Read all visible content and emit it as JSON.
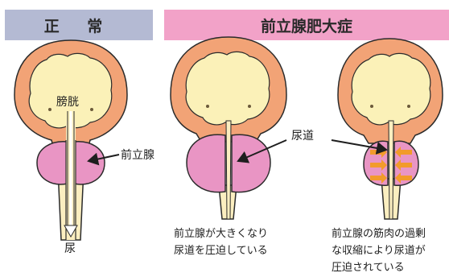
{
  "banners": {
    "normal": "正 常",
    "bph": "前立腺肥大症"
  },
  "labels": {
    "bladder": "膀胱",
    "prostate": "前立腺",
    "urethra_top": "尿道",
    "urine": "尿"
  },
  "captions": {
    "middle": [
      "前立腺が大きくなり",
      "尿道を圧迫している"
    ],
    "right": [
      "前立腺の筋肉の過剰",
      "な収縮により尿道が",
      "圧迫されている"
    ]
  },
  "colors": {
    "banner_normal": "#b4bad3",
    "banner_bph": "#f2a2c8",
    "bladder_wall": "#f2a376",
    "bladder_inner": "#fbf1b8",
    "prostate": "#e995c4",
    "urethra": "#fbeec0",
    "outline": "#2b2b2b",
    "arrows": "#f29b2b"
  }
}
